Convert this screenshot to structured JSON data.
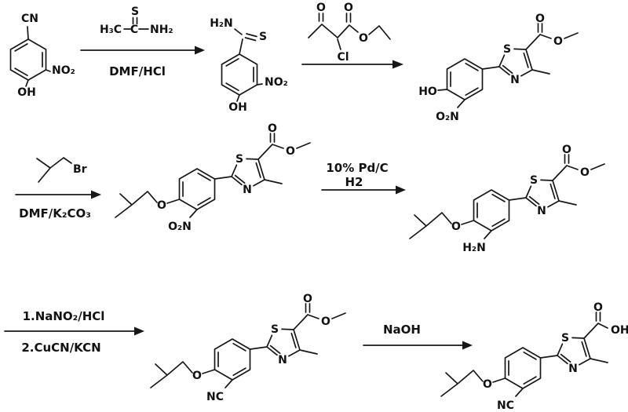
{
  "colors": {
    "ink": "#171717",
    "background": "#ffffff"
  },
  "structures": {
    "s1": {
      "cn": "CN",
      "no2": "NO₂",
      "oh": "OH"
    },
    "s2": {
      "h2n": "H₂N",
      "s": "S",
      "no2": "NO₂",
      "oh": "OH"
    },
    "s3": {
      "ho": "HO",
      "o2n": "O₂N",
      "s": "S",
      "n": "N",
      "o_carbonyl": "O",
      "o_ester": "O"
    },
    "s4": {
      "o_ether": "O",
      "o2n": "O₂N",
      "s": "S",
      "n": "N",
      "o_carbonyl": "O",
      "o_ester": "O"
    },
    "s5": {
      "o_ether": "O",
      "h2n": "H₂N",
      "s": "S",
      "n": "N",
      "o_carbonyl": "O",
      "o_ester": "O"
    },
    "s6": {
      "o_ether": "O",
      "nc": "NC",
      "s": "S",
      "n": "N",
      "o_carbonyl": "O",
      "o_ester": "O"
    },
    "s7": {
      "o_ether": "O",
      "nc": "NC",
      "s": "S",
      "n": "N",
      "o_carbonyl": "O",
      "oh": "OH"
    }
  },
  "reagents": {
    "r1": {
      "h3c": "H₃C",
      "c": "C",
      "s": "S",
      "nh2": "NH₂",
      "solvent": "DMF/HCl"
    },
    "r2": {
      "o_keto": "O",
      "o_carbonyl": "O",
      "o_ester": "O",
      "cl": "Cl"
    },
    "r3": {
      "br": "Br",
      "solvent": "DMF/K₂CO₃"
    },
    "r4": {
      "line1": "10% Pd/C",
      "line2": "H2"
    },
    "r5": {
      "line1": "1.NaNO₂/HCl",
      "line2": "2.CuCN/KCN"
    },
    "r6": {
      "reagent": "NaOH"
    }
  }
}
